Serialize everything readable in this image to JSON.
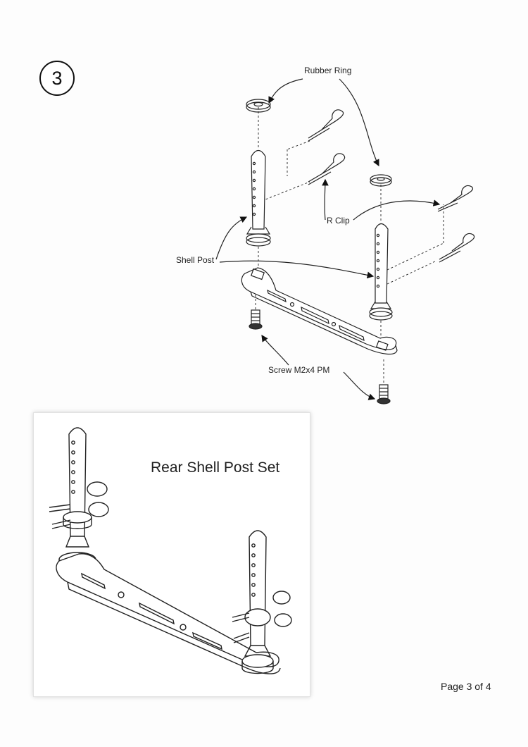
{
  "step": {
    "number": "3"
  },
  "callouts": {
    "rubber_ring": "Rubber Ring",
    "r_clip": "R Clip",
    "shell_post": "Shell Post",
    "screw": "Screw M2x4 PM"
  },
  "inset": {
    "title": "Rear Shell Post Set"
  },
  "footer": {
    "page": "Page 3 of 4"
  }
}
